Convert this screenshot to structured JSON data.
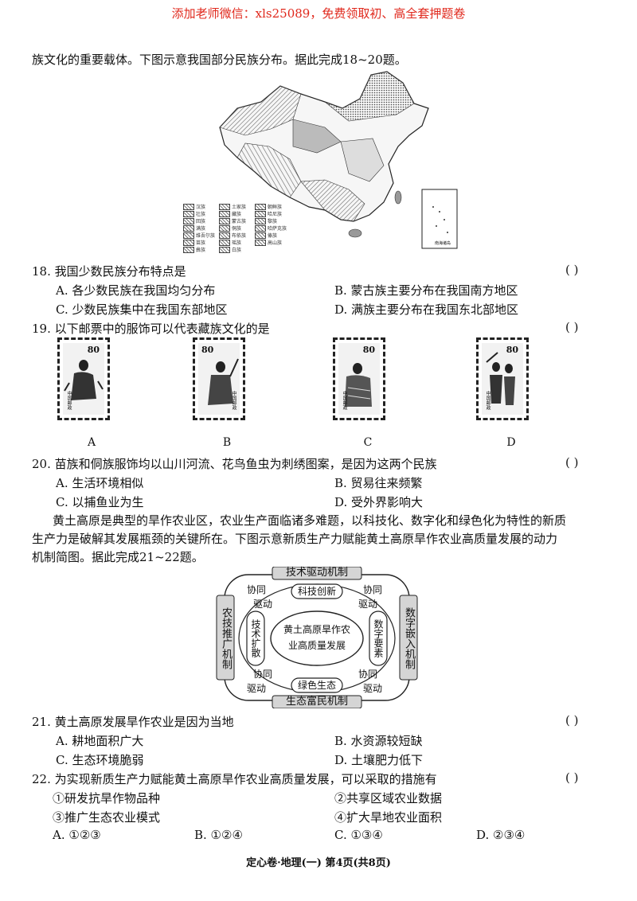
{
  "banner": "添加老师微信：xls25089，免费领取初、高全套押题卷",
  "intro": "族文化的重要载体。下图示意我国部分民族分布。据此完成18~20题。",
  "map": {
    "legend": [
      "汉族",
      "壮族",
      "回族",
      "满族",
      "维吾尔族",
      "苗族",
      "彝族",
      "土家族",
      "藏族",
      "蒙古族",
      "侗族",
      "布依族",
      "瑶族",
      "白族",
      "朝鲜族",
      "哈尼族",
      "黎族",
      "哈萨克族",
      "傣族",
      "高山族"
    ],
    "inset_label": "南海诸岛"
  },
  "q18": {
    "stem": "18. 我国少数民族分布特点是",
    "paren": "(        )",
    "A": "A. 各少数民族在我国均匀分布",
    "B": "B. 蒙古族主要分布在我国南方地区",
    "C": "C. 少数民族集中在我国东部地区",
    "D": "D. 满族主要分布在我国东北部地区"
  },
  "q19": {
    "stem": "19. 以下邮票中的服饰可以代表藏族文化的是",
    "paren": "(        )",
    "stamps": [
      {
        "label": "A",
        "value": "80",
        "country": "中国邮政"
      },
      {
        "label": "B",
        "value": "80",
        "country": "中国邮政"
      },
      {
        "label": "C",
        "value": "80",
        "country": "中国邮政"
      },
      {
        "label": "D",
        "value": "80",
        "country": "中国邮政"
      }
    ]
  },
  "q20": {
    "stem": "20. 苗族和侗族服饰均以山川河流、花鸟鱼虫为刺绣图案，是因为这两个民族",
    "paren": "(        )",
    "A": "A. 生活环境相似",
    "B": "B. 贸易往来频繁",
    "C": "C. 以捕鱼业为生",
    "D": "D. 受外界影响大"
  },
  "passage": {
    "line1": "黄土高原是典型的旱作农业区，农业生产面临诸多难题，以科技化、数字化和绿色化为特性的新质",
    "line2": "生产力是破解其发展瓶颈的关键所在。下图示意新质生产力赋能黄土高原旱作农业高质量发展的动力",
    "line3": "机制简图。据此完成21~22题。"
  },
  "diagram": {
    "top": "技术驱动机制",
    "bottom": "生态富民机制",
    "left": "农技推广机制",
    "right": "数字嵌入机制",
    "center_line1": "黄土高原旱作农",
    "center_line2": "业高质量发展",
    "node_top": "科技创新",
    "node_bottom": "绿色生态",
    "node_left": "技术扩散",
    "node_right": "数字要素",
    "xt_tl": "协同",
    "xt_tr": "协同",
    "xt_bl": "协同",
    "xt_br": "协同",
    "qd_tl": "驱动",
    "qd_tr": "驱动",
    "qd_bl": "驱动",
    "qd_br": "驱动"
  },
  "q21": {
    "stem": "21. 黄土高原发展旱作农业是因为当地",
    "paren": "(        )",
    "A": "A. 耕地面积广大",
    "B": "B. 水资源较短缺",
    "C": "C. 生态环境脆弱",
    "D": "D. 土壤肥力低下"
  },
  "q22": {
    "stem": "22. 为实现新质生产力赋能黄土高原旱作农业高质量发展，可以采取的措施有",
    "paren": "(        )",
    "s1": "①研发抗旱作物品种",
    "s2": "②共享区域农业数据",
    "s3": "③推广生态农业模式",
    "s4": "④扩大旱地农业面积",
    "A": "A. ①②③",
    "B": "B. ①②④",
    "C": "C. ①③④",
    "D": "D. ②③④"
  },
  "footer": "定心卷·地理(一)  第4页(共8页)"
}
